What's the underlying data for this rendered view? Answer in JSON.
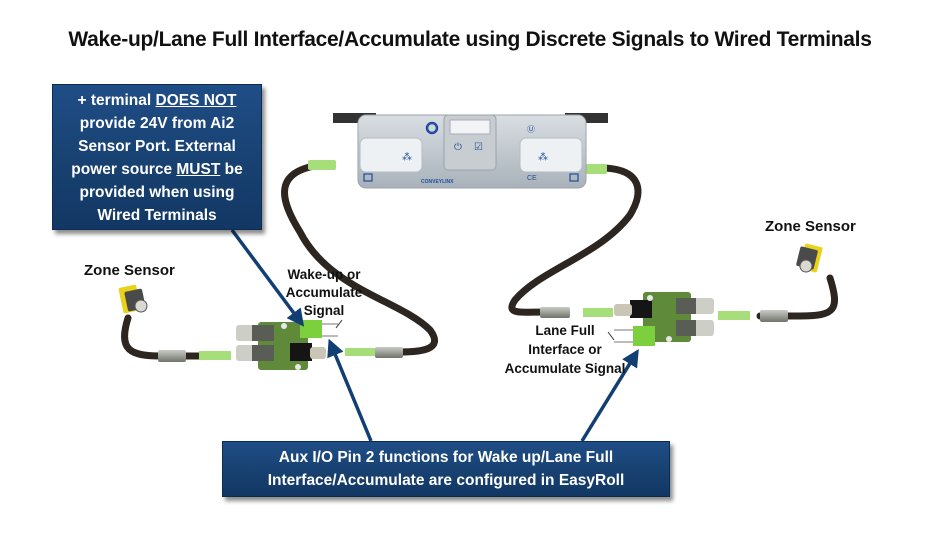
{
  "title": "Wake-up/Lane Full Interface/Accumulate using Discrete Signals to Wired Terminals",
  "callouts": {
    "warning": {
      "line1_pre": "+ terminal ",
      "line1_emph": "DOES NOT",
      "line2": "provide 24V from Ai2",
      "line3": "Sensor Port.  External",
      "line4_pre": "power source ",
      "line4_emph": "MUST",
      "line4_post": " be",
      "line5": "provided when using",
      "line6": "Wired Terminals"
    },
    "config": {
      "line1": "Aux I/O Pin 2 functions for Wake up/Lane Full",
      "line2": "Interface/Accumulate are configured in EasyRoll"
    }
  },
  "labels": {
    "zone_sensor_left": "Zone Sensor",
    "zone_sensor_right": "Zone Sensor",
    "signal_left": [
      "Wake-up or",
      "Accumulate",
      "Signal"
    ],
    "signal_right": [
      "Lane Full",
      "Interface or",
      "Accumulate Signal"
    ]
  },
  "device": {
    "name": "ConveyLinx Ai2 module",
    "brand_text": "CONVEYLINX",
    "cert_text": "CE"
  },
  "colors": {
    "callout_blue": "#1a4577",
    "arrow_blue": "#123f73",
    "cable": "#2d2620",
    "connector_green": "#a6de7a",
    "board_green": "#5f8a3a",
    "terminal_green": "#7ccf3d",
    "sensor_yellow": "#e8d21a"
  }
}
